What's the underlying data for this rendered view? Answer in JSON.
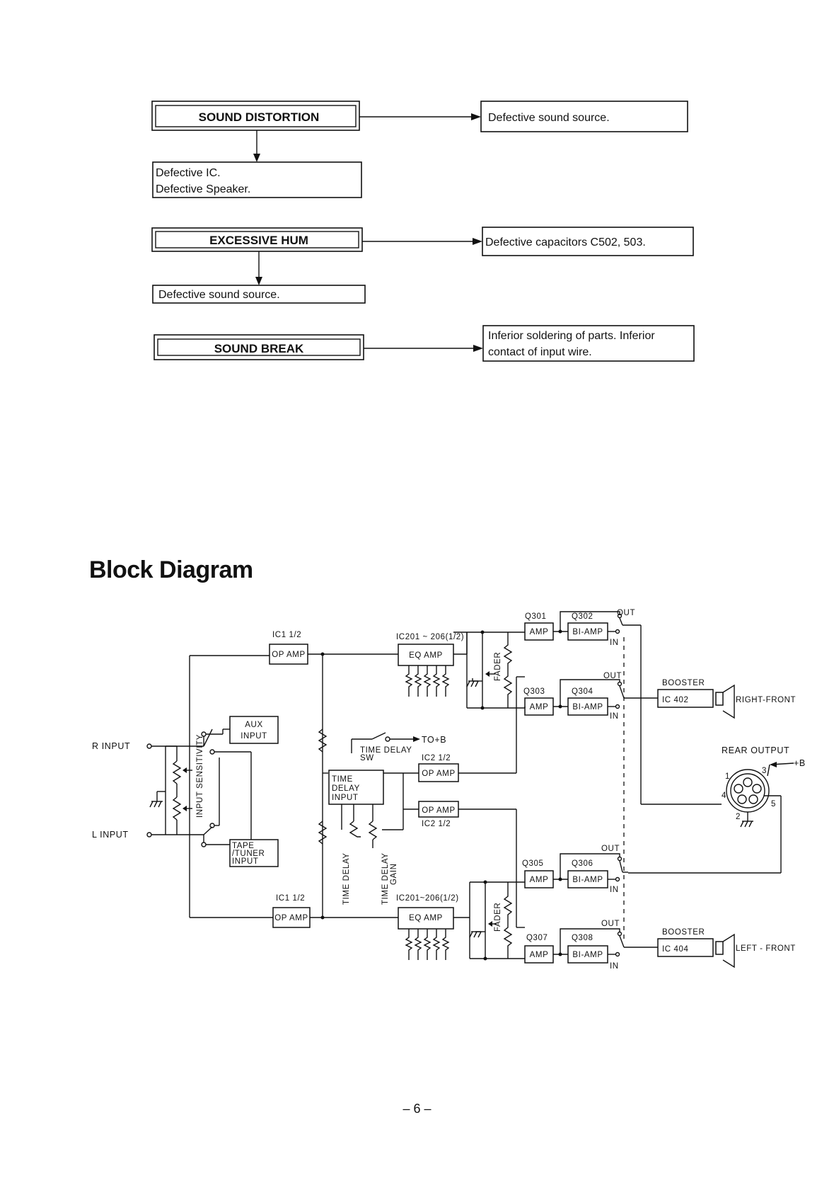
{
  "troubleshooting": [
    {
      "symptom": "SOUND DISTORTION",
      "right_cause": [
        "Defective sound source."
      ],
      "down_cause": [
        "Defective IC.",
        "Defective Speaker."
      ]
    },
    {
      "symptom": "EXCESSIVE HUM",
      "right_cause": [
        "Defective capacitors C502, 503."
      ],
      "down_cause": [
        "Defective sound source."
      ]
    },
    {
      "symptom": "SOUND BREAK",
      "right_cause": [
        "Inferior soldering of parts.  Inferior",
        "contact of input wire."
      ],
      "down_cause": []
    }
  ],
  "block_diagram": {
    "title": "Block Diagram",
    "labels": {
      "r_input": "R   INPUT",
      "l_input": "L   INPUT",
      "aux_1": "AUX",
      "aux_2": "INPUT",
      "tape_1": "TAPE",
      "tape_2": "/TUNER",
      "tape_3": "INPUT",
      "input_sensitivity": "INPUT SENSITIVITY",
      "ic1_top": "IC1   1/2",
      "ic1_bottom": "IC1   1/2",
      "op_amp": "OP AMP",
      "ic201_top": "IC201 ~ 206(1/2)",
      "ic201_bottom": "IC201~206(1/2)",
      "eq_amp": "EQ   AMP",
      "fader": "FADER",
      "time_delay_sw_1": "TIME   DELAY",
      "time_delay_sw_2": "SW",
      "to_b": "TO+B",
      "ic2_top": "IC2   1/2",
      "ic2_bottom": "IC2   1/2",
      "time_delay_input_1": "TIME",
      "time_delay_input_2": "DELAY",
      "time_delay_input_3": "INPUT",
      "time_delay": "TIME DELAY",
      "time_delay_gain": "TIME DELAY",
      "gain": "GAIN",
      "q301": "Q301",
      "q302": "Q302",
      "q303": "Q303",
      "q304": "Q304",
      "q305": "Q305",
      "q306": "Q306",
      "q307": "Q307",
      "q308": "Q308",
      "amp": "AMP",
      "bi_amp": "BI-AMP",
      "out": "OUT",
      "in": "IN",
      "booster": "BOOSTER",
      "ic402": "IC 402",
      "ic404": "IC 404",
      "right_front": "RIGHT-FRONT",
      "left_front": "LEFT - FRONT",
      "rear_output": "REAR OUTPUT",
      "plus_b": "+B",
      "pin1": "1",
      "pin2": "2",
      "pin3": "3",
      "pin4": "4",
      "pin5": "5"
    }
  },
  "page_number": "– 6 –"
}
